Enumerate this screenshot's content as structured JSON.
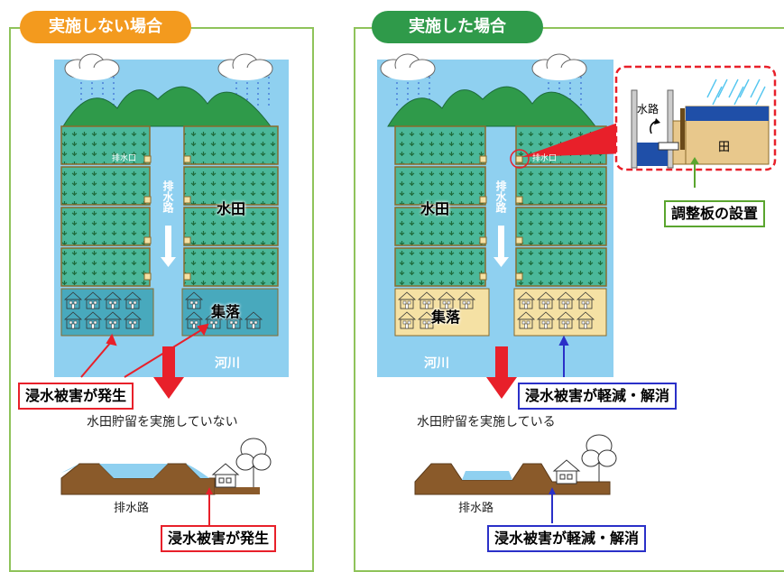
{
  "left": {
    "title": "実施しない場合",
    "paddy_label": "水田",
    "settlement_label": "集落",
    "drain_label": "排水路",
    "outlet_label": "排水口",
    "river_label": "河川",
    "callout_top": "浸水被害が発生",
    "caption": "水田貯留を実施していない",
    "section_drain_label": "排水路",
    "callout_bottom": "浸水被害が発生"
  },
  "right": {
    "title": "実施した場合",
    "paddy_label": "水田",
    "settlement_label": "集落",
    "drain_label": "排水路",
    "outlet_label": "排水口",
    "river_label": "河川",
    "inset_channel_label": "水路",
    "inset_field_label": "田",
    "inset_callout": "調整板の設置",
    "callout_top": "浸水被害が軽減・解消",
    "caption": "水田貯留を実施している",
    "section_drain_label": "排水路",
    "callout_bottom": "浸水被害が軽減・解消"
  },
  "colors": {
    "frame_green": "#8fc35a",
    "left_title_bg": "#f39a1e",
    "right_title_bg": "#2f9a4a",
    "sky_blue": "#8fd0f0",
    "paddy_green": "#4bb89a",
    "mountain_green": "#2f9a4a",
    "flooded_settlement": "#48a9bd",
    "dry_settlement": "#f5e1a4",
    "red_arrow": "#e8202a",
    "blue_arrow": "#2a30c8"
  }
}
